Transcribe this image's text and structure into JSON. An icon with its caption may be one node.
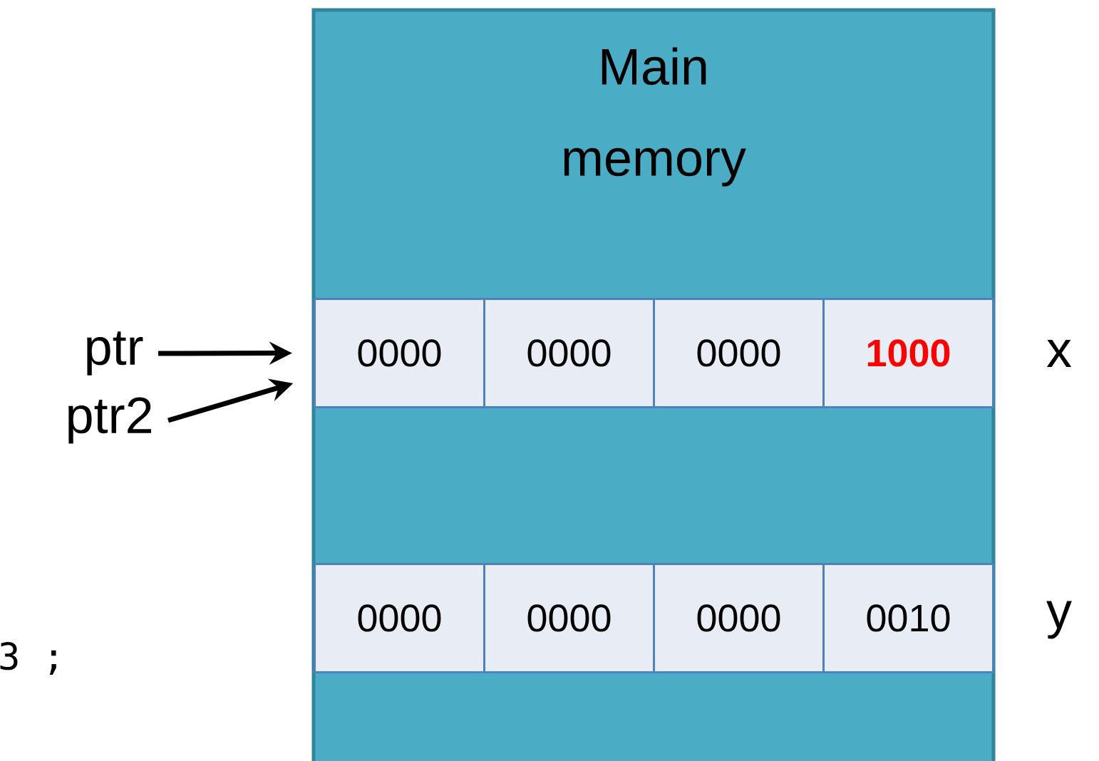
{
  "diagram": {
    "nodes": [
      {
        "text": [
          "Main memory"
        ]
      },
      {
        "text": [
          "0000"
        ],
        "in": 0
      },
      {
        "text": [
          "0000"
        ],
        "in": 0
      },
      {
        "text": [
          "0000"
        ],
        "in": 0
      },
      {
        "text": [
          "1000"
        ],
        "in": 0
      },
      {
        "text": [
          "0000"
        ],
        "in": 0
      },
      {
        "text": [
          "0000"
        ],
        "in": 0
      },
      {
        "text": [
          "0000"
        ],
        "in": 0
      },
      {
        "text": [
          "0010"
        ],
        "in": 0
      },
      {
        "text": [
          "ptr"
        ]
      },
      {
        "text": [
          "ptr2"
        ]
      }
    ],
    "edges": [
      {
        "from": 9,
        "to": 1,
        "arrow": "to"
      },
      {
        "from": 10,
        "to": 1,
        "arrow": "to"
      }
    ],
    "labels": [
      "x",
      "y",
      "3 ;"
    ]
  }
}
